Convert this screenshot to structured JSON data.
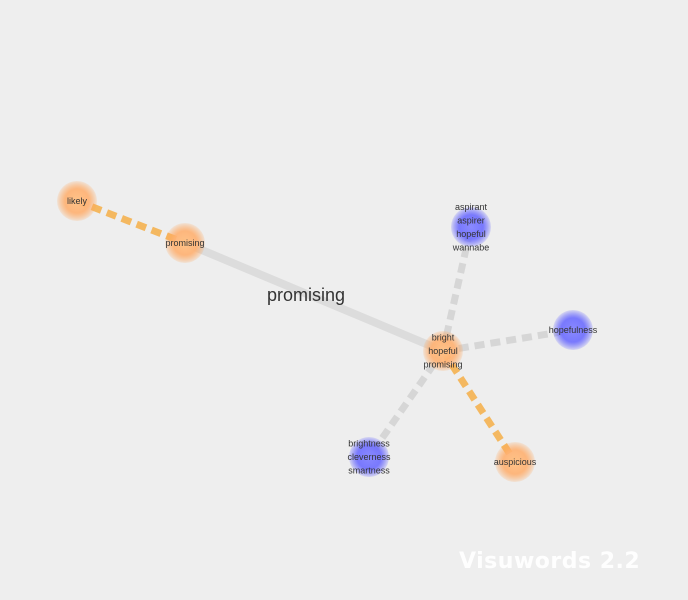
{
  "brand": "Visuwords 2.2",
  "colors": {
    "background": "#eeeeee",
    "adjective_node": "#ffa050",
    "noun_node": "#6464ff",
    "similar_edge": "#f4b860",
    "related_edge": "#d6d6d6",
    "search_edge": "#dcdcdc"
  },
  "search_term": "promising",
  "nodes": [
    {
      "id": "likely",
      "kind": "adjective",
      "lines": [
        "likely"
      ]
    },
    {
      "id": "promising-1",
      "kind": "adjective",
      "lines": [
        "promising"
      ]
    },
    {
      "id": "bright-hopeful-promising",
      "kind": "adjective",
      "lines": [
        "bright",
        "hopeful",
        "promising"
      ]
    },
    {
      "id": "aspirant",
      "kind": "noun",
      "lines": [
        "aspirant",
        "aspirer",
        "hopeful",
        "wannabe"
      ]
    },
    {
      "id": "hopefulness",
      "kind": "noun",
      "lines": [
        "hopefulness"
      ]
    },
    {
      "id": "brightness",
      "kind": "noun",
      "lines": [
        "brightness",
        "cleverness",
        "smartness"
      ]
    },
    {
      "id": "auspicious",
      "kind": "adjective",
      "lines": [
        "auspicious"
      ]
    }
  ],
  "edges": [
    {
      "from": "likely",
      "to": "promising-1",
      "style": "similar"
    },
    {
      "from": "promising-1",
      "to": "bright-hopeful-promising",
      "style": "search"
    },
    {
      "from": "bright-hopeful-promising",
      "to": "aspirant",
      "style": "related"
    },
    {
      "from": "bright-hopeful-promising",
      "to": "hopefulness",
      "style": "related"
    },
    {
      "from": "bright-hopeful-promising",
      "to": "brightness",
      "style": "related"
    },
    {
      "from": "bright-hopeful-promising",
      "to": "auspicious",
      "style": "similar"
    }
  ]
}
